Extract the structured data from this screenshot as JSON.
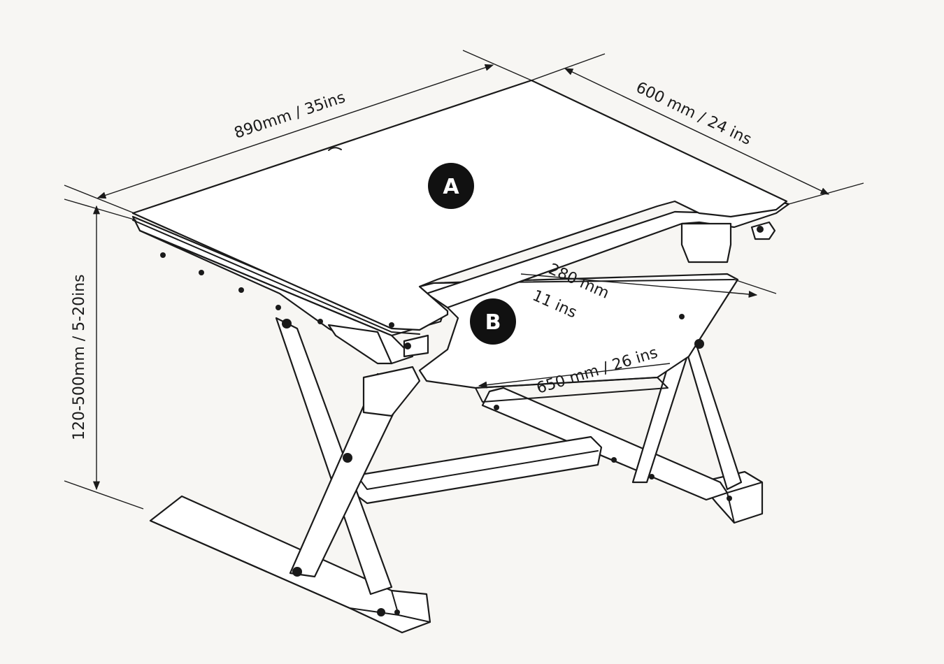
{
  "dimensions": {
    "top_width": "890mm / 35ins",
    "top_depth": "600 mm / 24 ins",
    "height_range": "120-500mm / 5-20ins",
    "keyboard_depth_mm": "280 mm",
    "keyboard_depth_in": "11 ins",
    "keyboard_width": "650 mm / 26 ins"
  },
  "parts": {
    "top_surface": "A",
    "keyboard_tray": "B"
  },
  "colors": {
    "line": "#1a1a1a",
    "background": "#f7f6f3",
    "badge": "#111111"
  }
}
